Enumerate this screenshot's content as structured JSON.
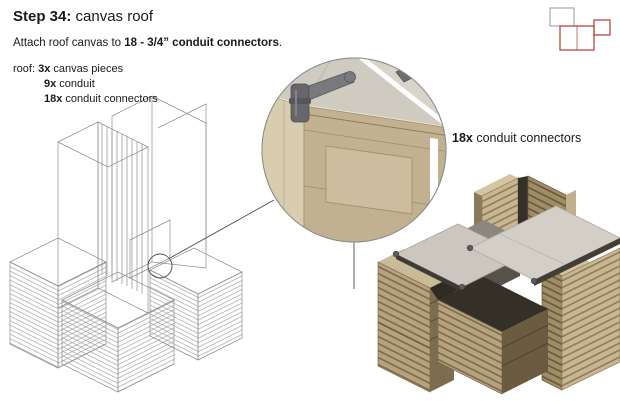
{
  "header": {
    "step_bold": "Step 34:",
    "step_rest": " canvas roof",
    "instruction_prefix": "Attach roof canvas to ",
    "instruction_bold": "18 -  3/4” conduit connectors",
    "instruction_suffix": "."
  },
  "materials": {
    "prefix": "roof: ",
    "items": [
      {
        "qty": "3x",
        "name": " canvas pieces"
      },
      {
        "qty": "9x",
        "name": " conduit"
      },
      {
        "qty": "18x",
        "name": " conduit connectors"
      }
    ]
  },
  "callout": {
    "qty": "18x",
    "rest": " conduit connectors"
  },
  "colors": {
    "pallet_tan": "#c2b190",
    "pallet_tan_dark": "#9f8d66",
    "canvas_grey": "#d3cfc6",
    "connector_grey": "#6a6a6e",
    "keyplan_red": "#b5382c",
    "line_grey": "#8f8f8f"
  }
}
